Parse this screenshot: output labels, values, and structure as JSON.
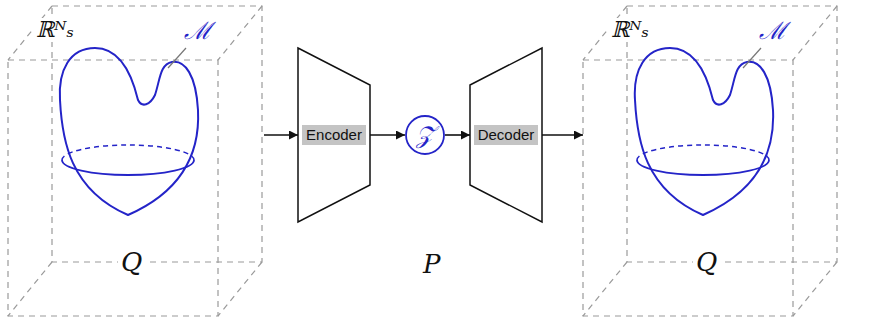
{
  "diagram": {
    "nodes": [
      {
        "text": [
          "ℝᴺₛ",
          "ℳ",
          "Q"
        ]
      },
      {
        "text": [
          "Encoder"
        ]
      },
      {
        "text": [
          "𝒵"
        ]
      },
      {
        "text": [
          "Decoder"
        ]
      },
      {
        "text": [
          "ℝᴺₛ",
          "ℳ",
          "Q"
        ]
      }
    ],
    "edges": [
      {
        "from": 0,
        "to": 1,
        "arrow": "to"
      },
      {
        "from": 1,
        "to": 2,
        "arrow": "to"
      },
      {
        "from": 2,
        "to": 3,
        "arrow": "to"
      },
      {
        "from": 3,
        "to": 4,
        "arrow": "to"
      }
    ],
    "labels": [
      "P"
    ]
  }
}
